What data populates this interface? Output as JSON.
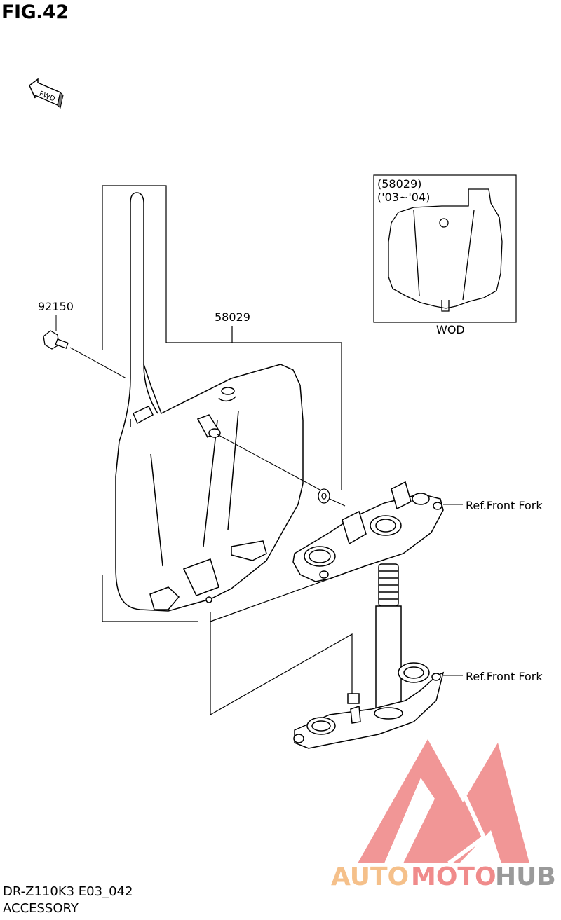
{
  "figure": {
    "title": "FIG.42"
  },
  "fwd_label": "FWD",
  "inset": {
    "part_ref": "(58029)",
    "years": "('03~'04)",
    "label": "WOD"
  },
  "callouts": {
    "bolt": "92150",
    "number_plate": "58029",
    "ref_upper": "Ref.Front Fork",
    "ref_lower": "Ref.Front Fork"
  },
  "footer": {
    "model_code": "DR-Z110K3 E03_042",
    "section": "ACCESSORY"
  },
  "watermark": {
    "part1": "AUTO",
    "part2": "MOTO",
    "part3": "HUB",
    "colors": {
      "primary": "#f08b8b",
      "secondary": "#f5c08a",
      "dark": "#9a9a9a"
    }
  }
}
